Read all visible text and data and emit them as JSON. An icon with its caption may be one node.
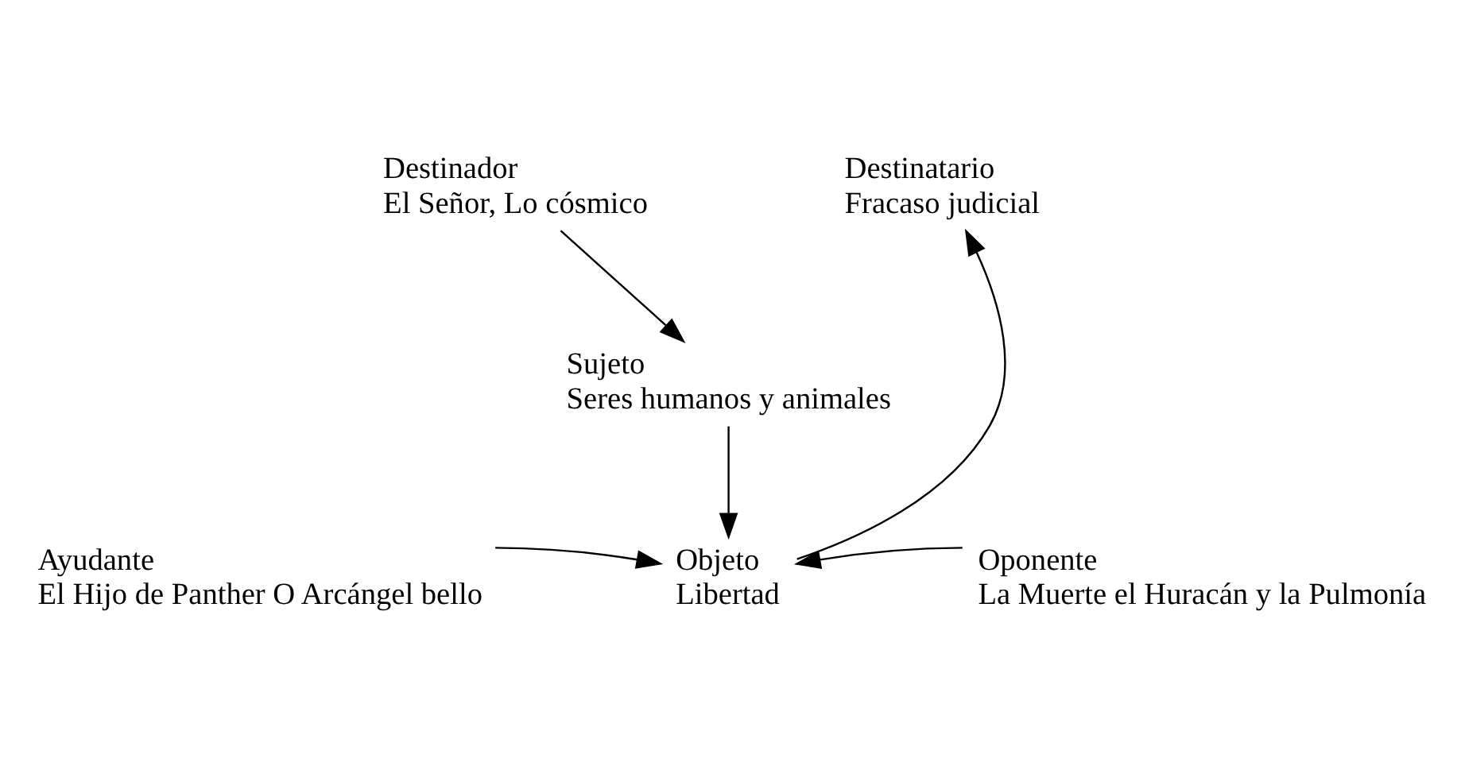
{
  "diagram": {
    "nodes": [
      {
        "text": [
          "Destinador",
          "El Señor, Lo cósmico"
        ]
      },
      {
        "text": [
          "Destinatario",
          "Fracaso judicial"
        ]
      },
      {
        "text": [
          "Sujeto",
          "Seres humanos y animales"
        ]
      },
      {
        "text": [
          "Ayudante",
          "El Hijo de Panther O Arcángel bello"
        ]
      },
      {
        "text": [
          "Objeto",
          "Libertad"
        ]
      },
      {
        "text": [
          "Oponente",
          "La Muerte el Huracán y la Pulmonía"
        ]
      }
    ],
    "edges": [
      {
        "from": 0,
        "to": 2,
        "arrow": "to"
      },
      {
        "from": 2,
        "to": 4,
        "arrow": "to"
      },
      {
        "from": 4,
        "to": 1,
        "arrow": "to"
      },
      {
        "from": 3,
        "to": 4,
        "arrow": "to"
      },
      {
        "from": 5,
        "to": 4,
        "arrow": "to"
      }
    ]
  }
}
